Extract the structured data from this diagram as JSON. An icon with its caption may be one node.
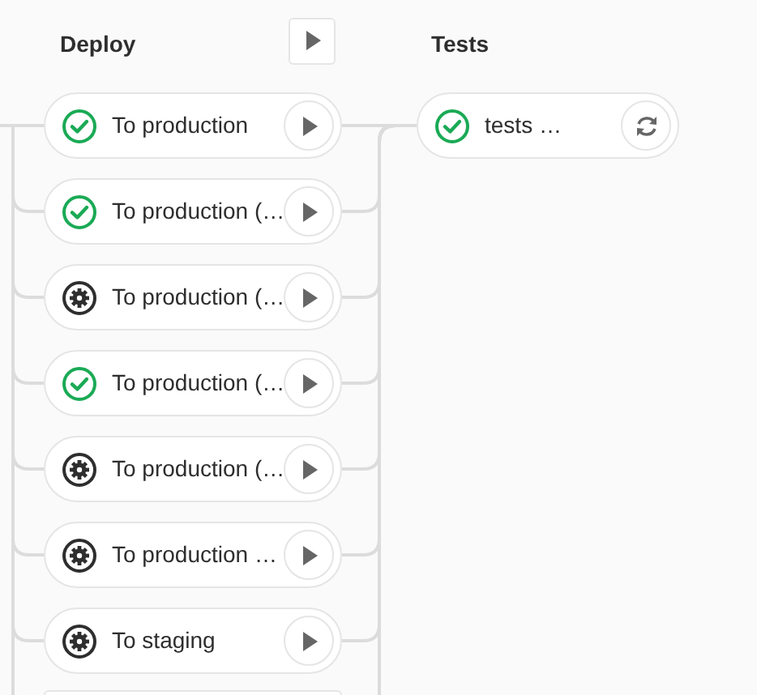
{
  "diagram": {
    "nodes": [
      {
        "text": [
          "To production"
        ]
      },
      {
        "text": [
          "To production (…"
        ]
      },
      {
        "text": [
          "To production (…"
        ]
      },
      {
        "text": [
          "To production (…"
        ]
      },
      {
        "text": [
          "To production (…"
        ]
      },
      {
        "text": [
          "To production …"
        ]
      },
      {
        "text": [
          "To staging"
        ]
      },
      {
        "text": [],
        "shape": "box"
      },
      {
        "text": [
          "tests …"
        ]
      }
    ],
    "edges": [
      {
        "from": null,
        "to": 0,
        "arrow": "none"
      },
      {
        "from": null,
        "to": 1,
        "arrow": "none"
      },
      {
        "from": null,
        "to": 2,
        "arrow": "none"
      },
      {
        "from": null,
        "to": 3,
        "arrow": "none"
      },
      {
        "from": null,
        "to": 4,
        "arrow": "none"
      },
      {
        "from": null,
        "to": 5,
        "arrow": "none"
      },
      {
        "from": null,
        "to": 6,
        "arrow": "none"
      },
      {
        "from": null,
        "to": 7,
        "arrow": "none"
      },
      {
        "from": 0,
        "to": 8,
        "arrow": "none"
      },
      {
        "from": 1,
        "to": 8,
        "arrow": "none"
      },
      {
        "from": 2,
        "to": 8,
        "arrow": "none"
      },
      {
        "from": 3,
        "to": 8,
        "arrow": "none"
      },
      {
        "from": 4,
        "to": 8,
        "arrow": "none"
      },
      {
        "from": 5,
        "to": 8,
        "arrow": "none"
      },
      {
        "from": 6,
        "to": 8,
        "arrow": "none"
      },
      {
        "from": 7,
        "to": 8,
        "arrow": "none"
      }
    ],
    "labels": [
      "Deploy",
      "Tests"
    ]
  }
}
